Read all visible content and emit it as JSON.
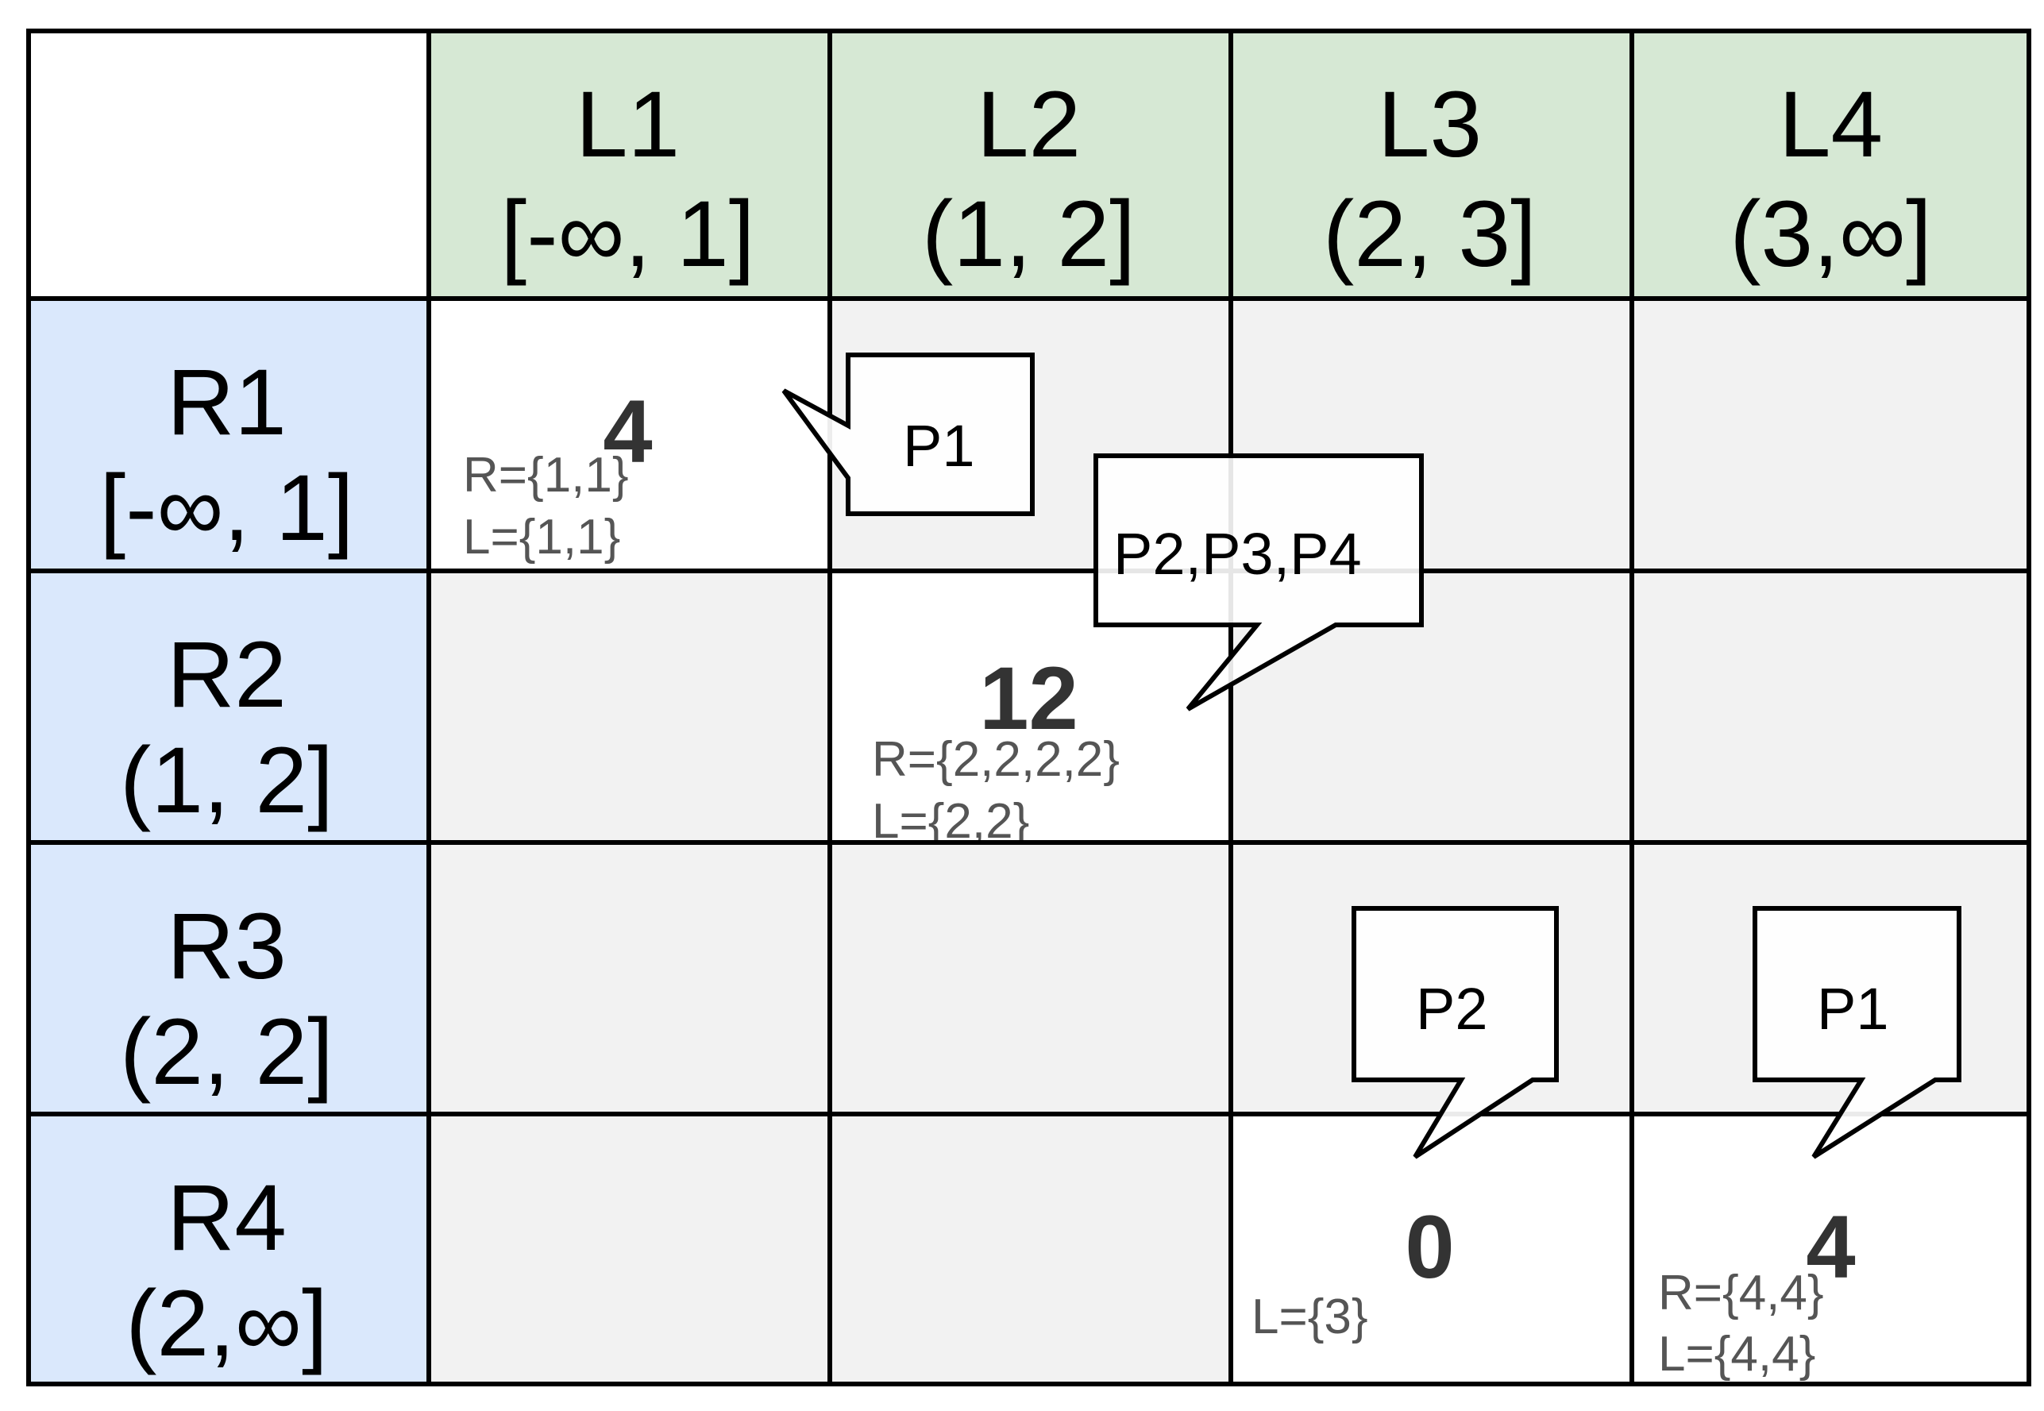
{
  "columns": [
    {
      "name": "L1",
      "range": "[-∞, 1]"
    },
    {
      "name": "L2",
      "range": "(1, 2]"
    },
    {
      "name": "L3",
      "range": "(2, 3]"
    },
    {
      "name": "L4",
      "range": "(3,∞]"
    }
  ],
  "rows": [
    {
      "name": "R1",
      "range": "[-∞, 1]"
    },
    {
      "name": "R2",
      "range": "(1, 2]"
    },
    {
      "name": "R3",
      "range": "(2, 2]"
    },
    {
      "name": "R4",
      "range": "(2,∞]"
    }
  ],
  "cells": {
    "r1_l1": {
      "value": "4",
      "r_set": "R={1,1}",
      "l_set": "L={1,1}"
    },
    "r2_l2": {
      "value": "12",
      "r_set": "R={2,2,2,2}",
      "l_set": "L={2,2}"
    },
    "r4_l3": {
      "value": "0",
      "l_set": "L={3}"
    },
    "r4_l4": {
      "value": "4",
      "r_set": "R={4,4}",
      "l_set": "L={4,4}"
    }
  },
  "callouts": {
    "r1": "P1",
    "r2": "P2,P3,P4",
    "r4_l3": "P2",
    "r4_l4": "P1"
  },
  "colors": {
    "column_header": "#d6e8d4",
    "row_header": "#dae8fc",
    "empty_cell": "#f2f2f2",
    "filled_cell": "#ffffff",
    "line": "#000000"
  }
}
